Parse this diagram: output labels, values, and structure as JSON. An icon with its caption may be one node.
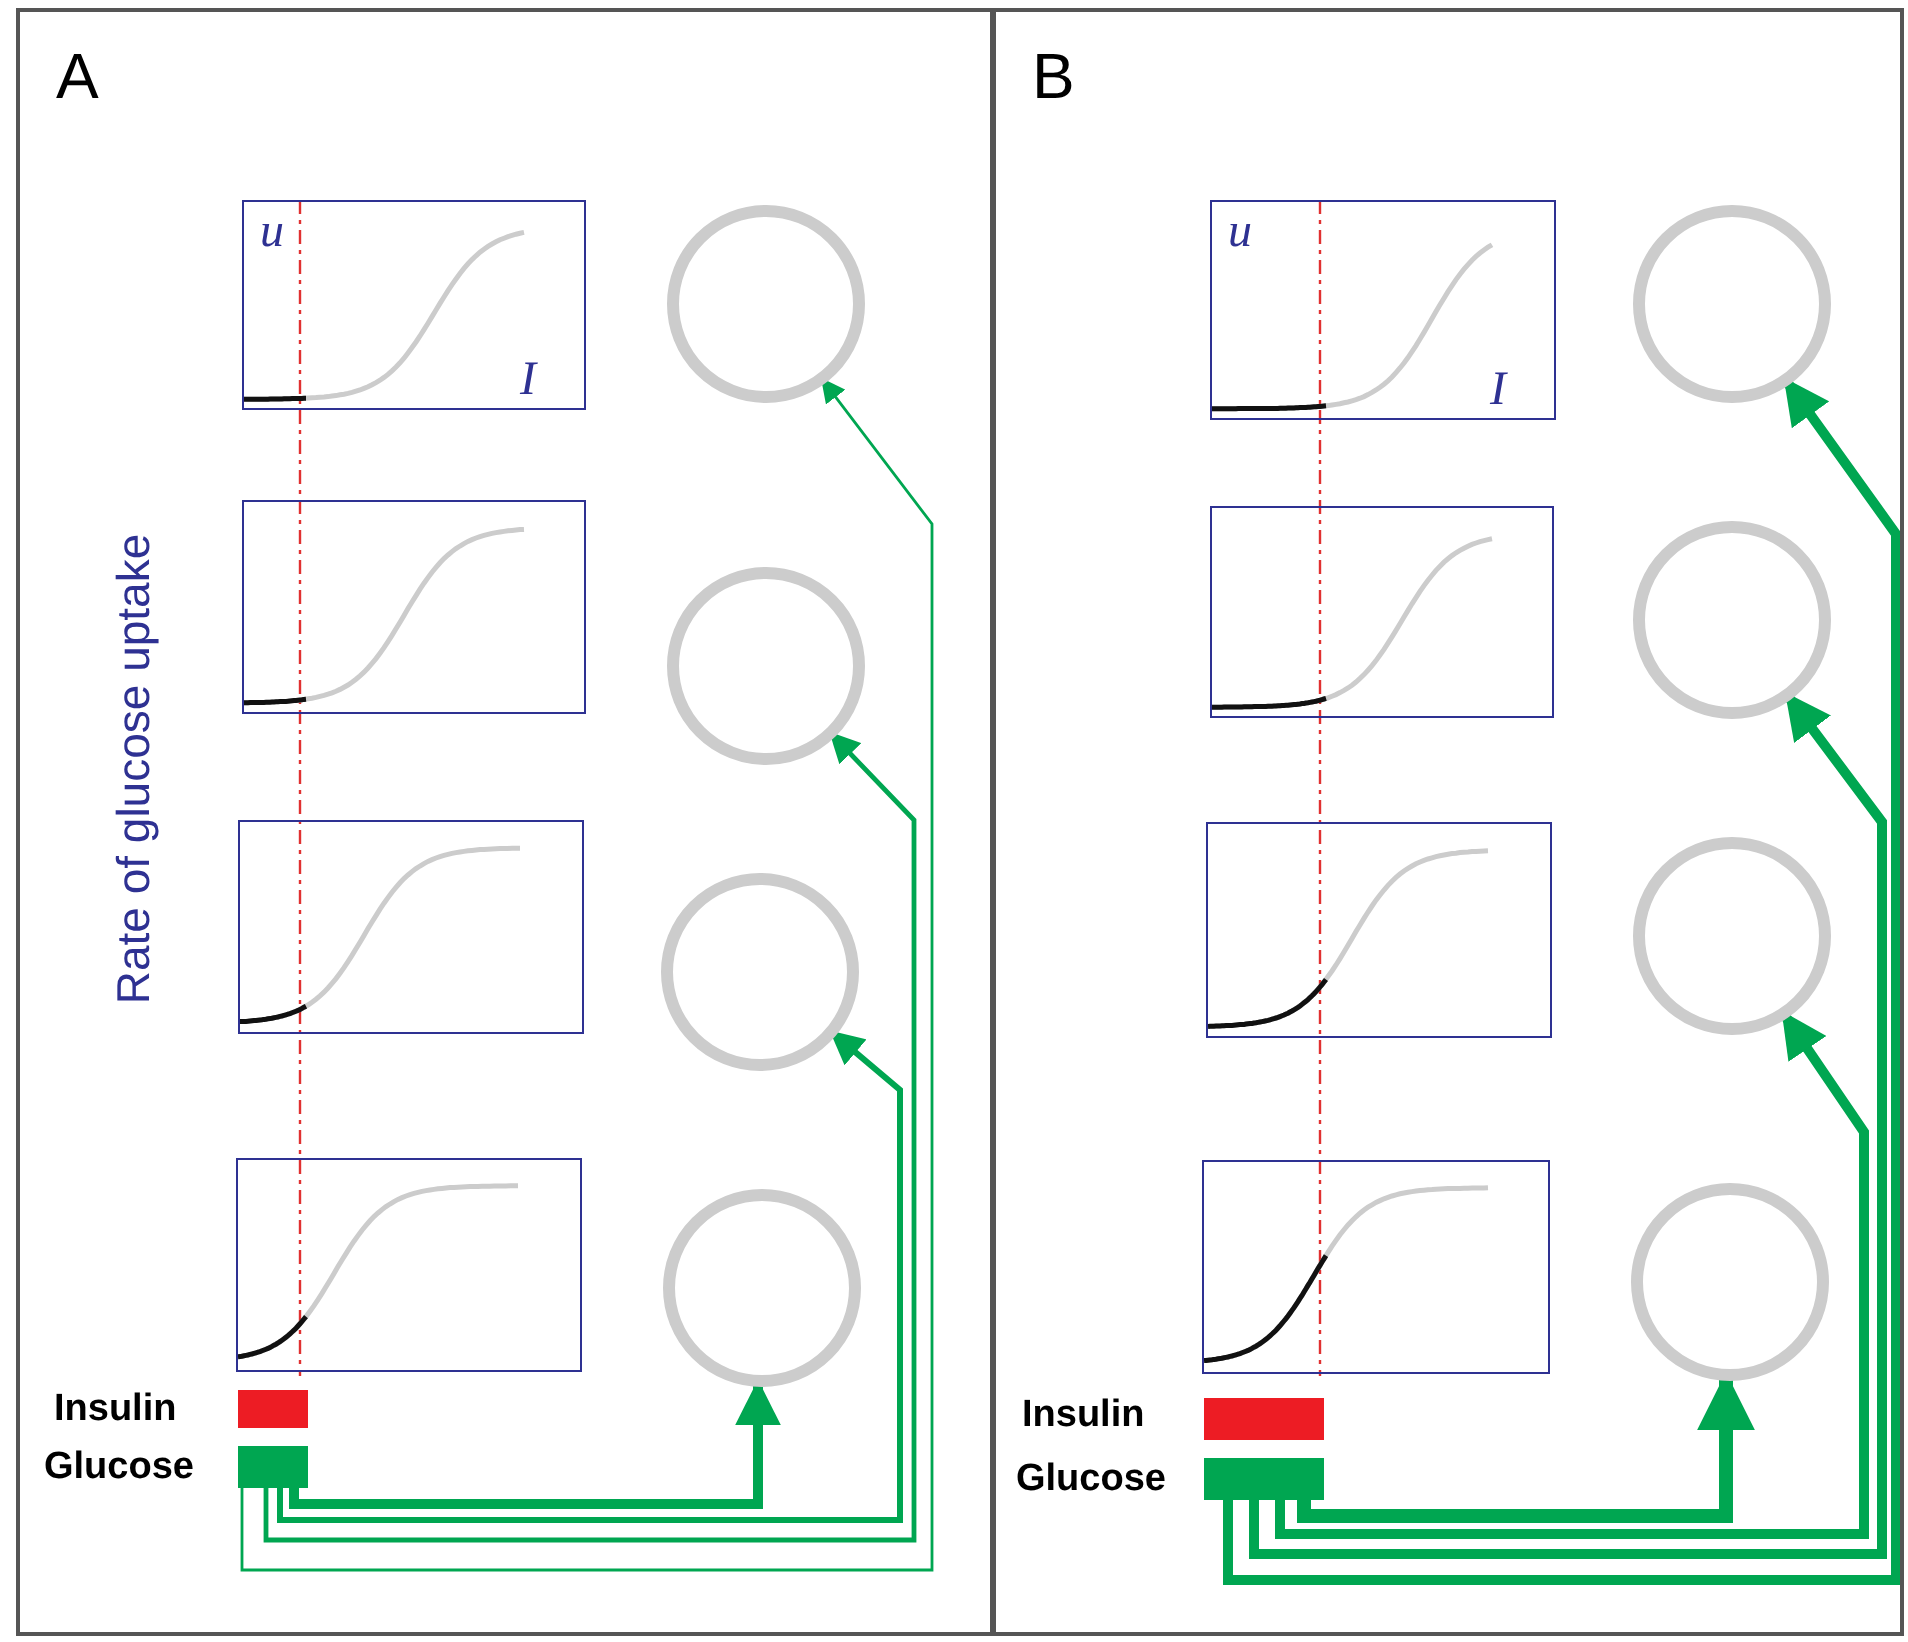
{
  "diagram": {
    "nodes": [
      {
        "text": [
          "A"
        ]
      },
      {
        "text": [
          "u",
          "I"
        ],
        "in": 0
      },
      {
        "text": [],
        "shape": "circle",
        "in": 0
      },
      {
        "text": [],
        "shape": "picture",
        "in": 0
      },
      {
        "text": [],
        "shape": "circle",
        "in": 0
      },
      {
        "text": [],
        "shape": "picture",
        "in": 0
      },
      {
        "text": [],
        "shape": "circle",
        "in": 0
      },
      {
        "text": [],
        "shape": "picture",
        "in": 0
      },
      {
        "text": [],
        "shape": "circle",
        "in": 0
      },
      {
        "text": [],
        "shape": "bar",
        "in": 0,
        "beside": [
          "Insulin"
        ]
      },
      {
        "text": [],
        "shape": "bar",
        "in": 0,
        "beside": [
          "Glucose"
        ]
      },
      {
        "text": [
          "B"
        ]
      },
      {
        "text": [
          "u",
          "I"
        ],
        "in": 11
      },
      {
        "text": [],
        "shape": "circle",
        "in": 11
      },
      {
        "text": [],
        "shape": "picture",
        "in": 11
      },
      {
        "text": [],
        "shape": "circle",
        "in": 11
      },
      {
        "text": [],
        "shape": "picture",
        "in": 11
      },
      {
        "text": [],
        "shape": "circle",
        "in": 11
      },
      {
        "text": [],
        "shape": "picture",
        "in": 11
      },
      {
        "text": [],
        "shape": "circle",
        "in": 11
      },
      {
        "text": [],
        "shape": "bar",
        "in": 11,
        "beside": [
          "Insulin"
        ]
      },
      {
        "text": [],
        "shape": "bar",
        "in": 11,
        "beside": [
          "Glucose"
        ]
      }
    ],
    "edges": [
      {
        "from": 10,
        "to": 8,
        "arrow": "to"
      },
      {
        "from": 10,
        "to": 6,
        "arrow": "to"
      },
      {
        "from": 10,
        "to": 4,
        "arrow": "to"
      },
      {
        "from": 10,
        "to": 2,
        "arrow": "to"
      },
      {
        "from": 21,
        "to": 19,
        "arrow": "to"
      },
      {
        "from": 21,
        "to": 17,
        "arrow": "to"
      },
      {
        "from": 21,
        "to": 15,
        "arrow": "to"
      },
      {
        "from": 21,
        "to": 13,
        "arrow": "to"
      }
    ],
    "labels": [
      "Rate of glucose uptake"
    ]
  }
}
